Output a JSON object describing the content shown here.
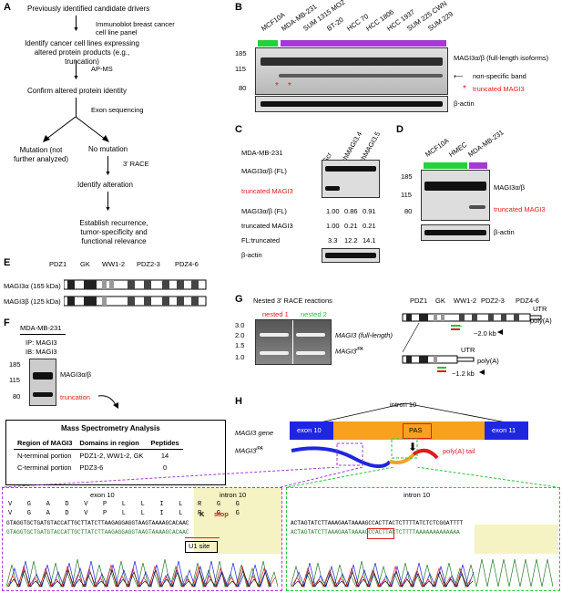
{
  "panelA": {
    "label": "A",
    "steps": [
      "Previously identified candidate drivers",
      "Identify cancer cell lines expressing altered protein products (e.g., truncation)",
      "Confirm altered protein identity",
      "Mutation (not further analyzed)",
      "No mutation",
      "Identify alteration",
      "Establish recurrence, tumor-specificity and functional relevance"
    ],
    "side_labels": [
      "Immunoblot breast cancer cell line panel",
      "AP-MS",
      "Exon sequencing",
      "3' RACE"
    ]
  },
  "panelB": {
    "label": "B",
    "lanes": [
      "MCF10A",
      "MDA-MB-231",
      "SUM 1315 MO2",
      "BT-20",
      "HCC 70",
      "HCC 1806",
      "HCC 1937",
      "SUM 225 CWN",
      "SUM 229"
    ],
    "markers": [
      "185",
      "115",
      "80"
    ],
    "labels": {
      "fl": "MAGI3α/β (full-length isoforms)",
      "nonspecific": "non-specific band",
      "truncated": "truncated MAGI3",
      "actin": "β-actin",
      "star": "*"
    }
  },
  "panelC": {
    "label": "C",
    "cell_line": "MDA-MB-231",
    "lanes": [
      "Scr",
      "shMAGI3.4",
      "shMAGI3.5"
    ],
    "rows": [
      {
        "name": "MAGI3α/β (FL)",
        "values": [
          "1.00",
          "0.86",
          "0.91"
        ]
      },
      {
        "name": "truncated MAGI3",
        "values": [
          "1.00",
          "0.21",
          "0.21"
        ]
      },
      {
        "name": "FL:truncated",
        "values": [
          "3.3",
          "12.2",
          "14.1"
        ]
      }
    ],
    "blot_labels": {
      "fl": "MAGI3α/β (FL)",
      "truncated": "truncated MAGI3",
      "actin": "β-actin"
    }
  },
  "panelD": {
    "label": "D",
    "lanes": [
      "MCF10A",
      "HMEC",
      "MDA-MB-231"
    ],
    "markers": [
      "185",
      "115",
      "80"
    ],
    "labels": {
      "fl": "MAGI3α/β",
      "truncated": "truncated MAGI3",
      "actin": "β-actin"
    }
  },
  "panelE": {
    "label": "E",
    "domains": [
      "PDZ1",
      "GK",
      "WW1-2",
      "PDZ2-3",
      "PDZ4-6"
    ],
    "isoforms": [
      "MAGI3α (165 kDa)",
      "MAGI3β (125 kDa)"
    ]
  },
  "panelF": {
    "label": "F",
    "cell_line": "MDA-MB-231",
    "ip": "IP: MAGI3",
    "ib": "IB: MAGI3",
    "markers": [
      "185",
      "115",
      "80"
    ],
    "labels": {
      "fl": "MAGI3α/β",
      "trunc": "truncation"
    },
    "table": {
      "title": "Mass Spectrometry Analysis",
      "headers": [
        "Region of MAGI3",
        "Domains in region",
        "Peptides"
      ],
      "rows": [
        [
          "N-terminal portion",
          "PDZ1-2, WW1-2, GK",
          "14"
        ],
        [
          "C-terminal portion",
          "PDZ3-6",
          "0"
        ]
      ]
    }
  },
  "panelG": {
    "label": "G",
    "title": "Nested 3' RACE reactions",
    "lanes": [
      "nested 1",
      "nested 2"
    ],
    "markers": [
      "3.0",
      "2.0",
      "1.5",
      "1.0"
    ],
    "domains": [
      "PDZ1",
      "GK",
      "WW1-2",
      "PDZ2-3",
      "PDZ4-6"
    ],
    "fl_label": "MAGI3 (full-length)",
    "ipa_label": "MAGI3",
    "ipa_sup": "iPA",
    "utr": "UTR",
    "polyA": "poly(A)",
    "size1": "~2.0 kb",
    "size2": "~1.2 kb"
  },
  "panelH": {
    "label": "H",
    "gene": "MAGI3 gene",
    "ipa": "MAGI3",
    "ipa_sup": "iPA",
    "exon10": "exon 10",
    "intron10": "intron 10",
    "exon11": "exon 11",
    "pas": "PAS",
    "tail": "poly(A) tail",
    "left_exon": "exon 10",
    "left_intron": "intron 10",
    "aa": "V G A D V P L L I L R G G",
    "aa2": "V G A D V P L L I L R G G",
    "k": "K",
    "stop": "stop",
    "seq1": "GTAGGTGCTGATGTACCATTGCTTATCTTAAGAGGAGGTAAGTAAAAGCACAAC",
    "seq2": "GTAGGTGCTGATGTACCATTGCTTATCTTAAGAGGAGGTAAGTAAAAGCACAAC",
    "u1": "U1 site",
    "right_intron": "intron 10",
    "rseq1": "ACTAGTATCTTAAAGAATAAAAGCCACTTACTCTTTTATCTCTCGGATTTT",
    "rseq2": "ACTAGTATCTTAAAGAATAAAAGCCACTTACTCTTTTAAAAAAAAAAAAA"
  }
}
